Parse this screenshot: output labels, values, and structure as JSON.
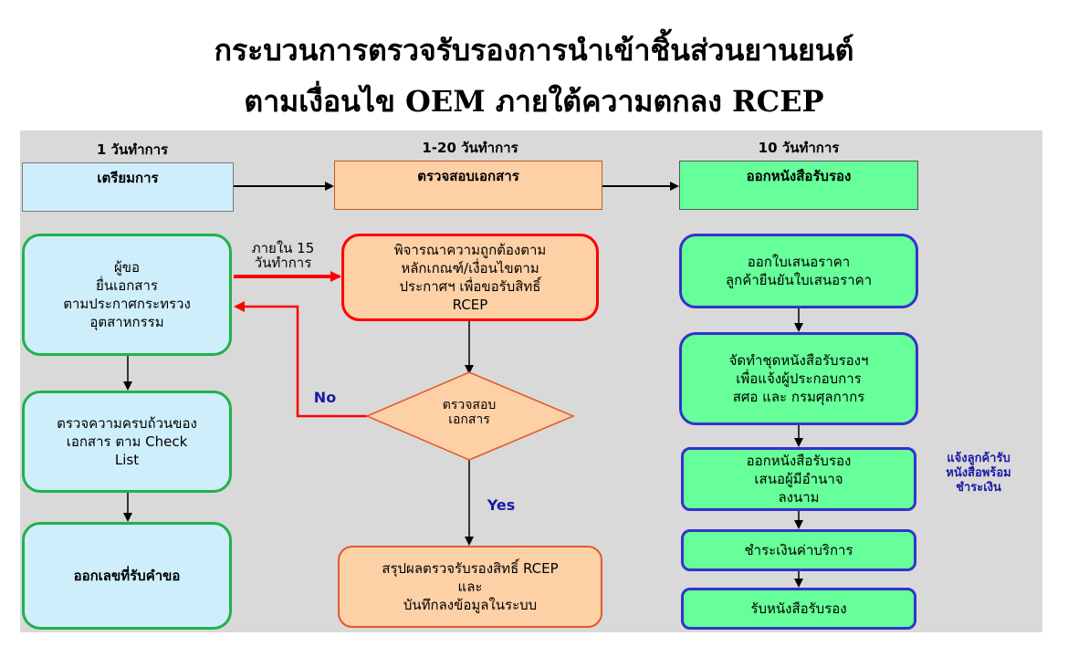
{
  "title": {
    "line1": "กระบวนการตรวจรับรองการนำเข้าชิ้นส่วนยานยนต์",
    "line2": "ตามเงื่อนไข OEM ภายใต้ความตกลง RCEP"
  },
  "columns": [
    {
      "days": "1 วันทำการ",
      "header": "เตรียมการ"
    },
    {
      "days": "1-20 วันทำการ",
      "header": "ตรวจสอบเอกสาร"
    },
    {
      "days": "10 วันทำการ",
      "header": "ออกหนังสือรับรอง"
    }
  ],
  "left_steps": [
    "ผู้ขอ\nยื่นเอกสาร\nตามประกาศกระทรวง\nอุตสาหกรรม",
    "ตรวจความครบถ้วนของ\nเอกสาร ตาม Check\nList",
    "ออกเลขที่รับคำขอ"
  ],
  "middle_steps": {
    "review": "พิจารณาความถูกต้องตาม\nหลักเกณฑ์/เงื่อนไขตาม\nประกาศฯ เพื่อขอรับสิทธิ์\nRCEP",
    "decision": "ตรวจสอบ\nเอกสาร",
    "result": "สรุปผลตรวจรับรองสิทธิ์ RCEP\nและ\nบันทึกลงข้อมูลในระบบ"
  },
  "right_steps": [
    "ออกใบเสนอราคา\nลูกค้ายืนยันใบเสนอราคา",
    "จัดทำชุดหนังสือรับรองฯ\nเพื่อแจ้งผู้ประกอบการ\nสศอ และ กรมศุลกากร",
    "ออกหนังสือรับรอง\nเสนอผู้มีอำนาจ\nลงนาม",
    "ชำระเงินค่าบริการ",
    "รับหนังสือรับรอง"
  ],
  "labels": {
    "within": "ภายใน 15\nวันทำการ",
    "no": "No",
    "yes": "Yes",
    "notify": "แจ้งลูกค้ารับ\nหนังสือพร้อม\nชำระเงิน"
  },
  "colors": {
    "blue_fill": "#cfeefc",
    "orange_fill": "#fdd0a6",
    "green_fill": "#66ff99",
    "green_border": "#22b14c",
    "red_border": "#ff0000",
    "navy_border": "#3333cc",
    "label_blue": "#1a1aa6"
  }
}
